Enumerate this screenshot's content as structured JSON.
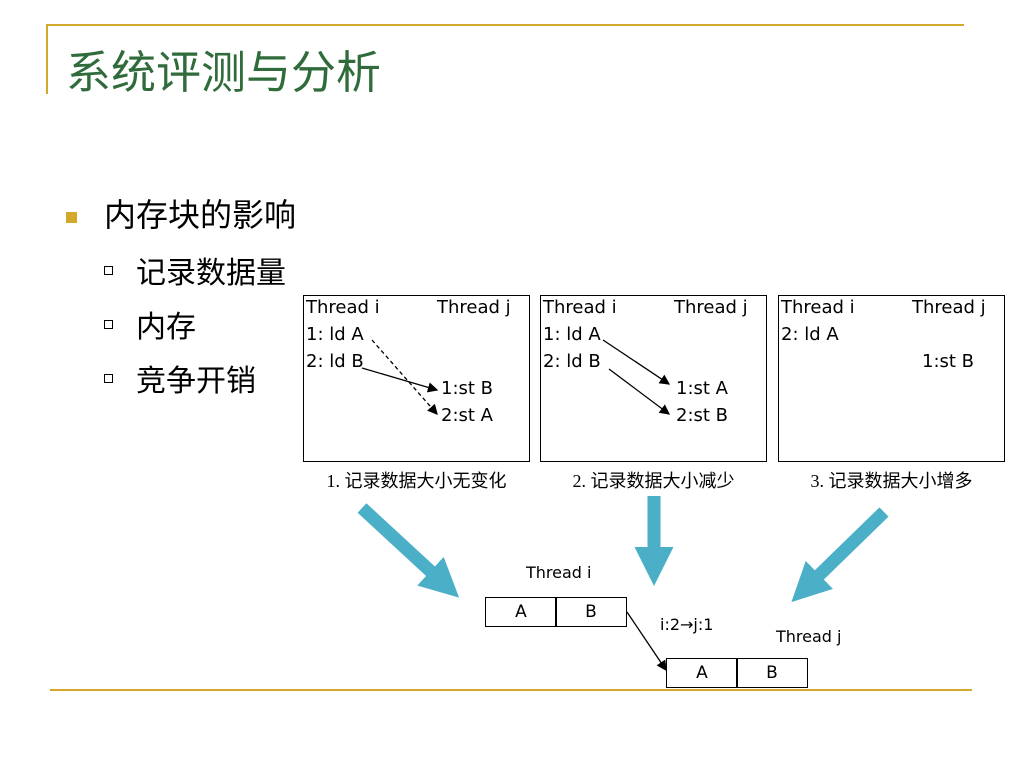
{
  "title": "系统评测与分析",
  "bullet": "内存块的影响",
  "sub_items": [
    "记录数据量",
    "内存",
    "竞争开销"
  ],
  "panels": [
    {
      "col_i": "Thread i",
      "col_j": "Thread j",
      "left_lines": [
        "1: ld A",
        "2: ld B"
      ],
      "right_lines": [
        "1:st B",
        "2:st A"
      ],
      "caption": "1. 记录数据大小无变化"
    },
    {
      "col_i": "Thread i",
      "col_j": "Thread j",
      "left_lines": [
        "1: ld A",
        "2: ld B"
      ],
      "right_lines": [
        "1:st A",
        "2:st B"
      ],
      "caption": "2. 记录数据大小减少"
    },
    {
      "col_i": "Thread i",
      "col_j": "Thread j",
      "left_lines": [
        "2: ld A"
      ],
      "right_lines": [
        "1:st B"
      ],
      "caption": "3. 记录数据大小增多"
    }
  ],
  "bottom": {
    "thread_i_label": "Thread i",
    "thread_j_label": "Thread j",
    "cells_i": [
      "A",
      "B"
    ],
    "cells_j": [
      "A",
      "B"
    ],
    "edge_label": "i:2→j:1"
  },
  "colors": {
    "title": "#2f6b3b",
    "accent": "#d4a82b",
    "arrow": "#4bafc7"
  }
}
